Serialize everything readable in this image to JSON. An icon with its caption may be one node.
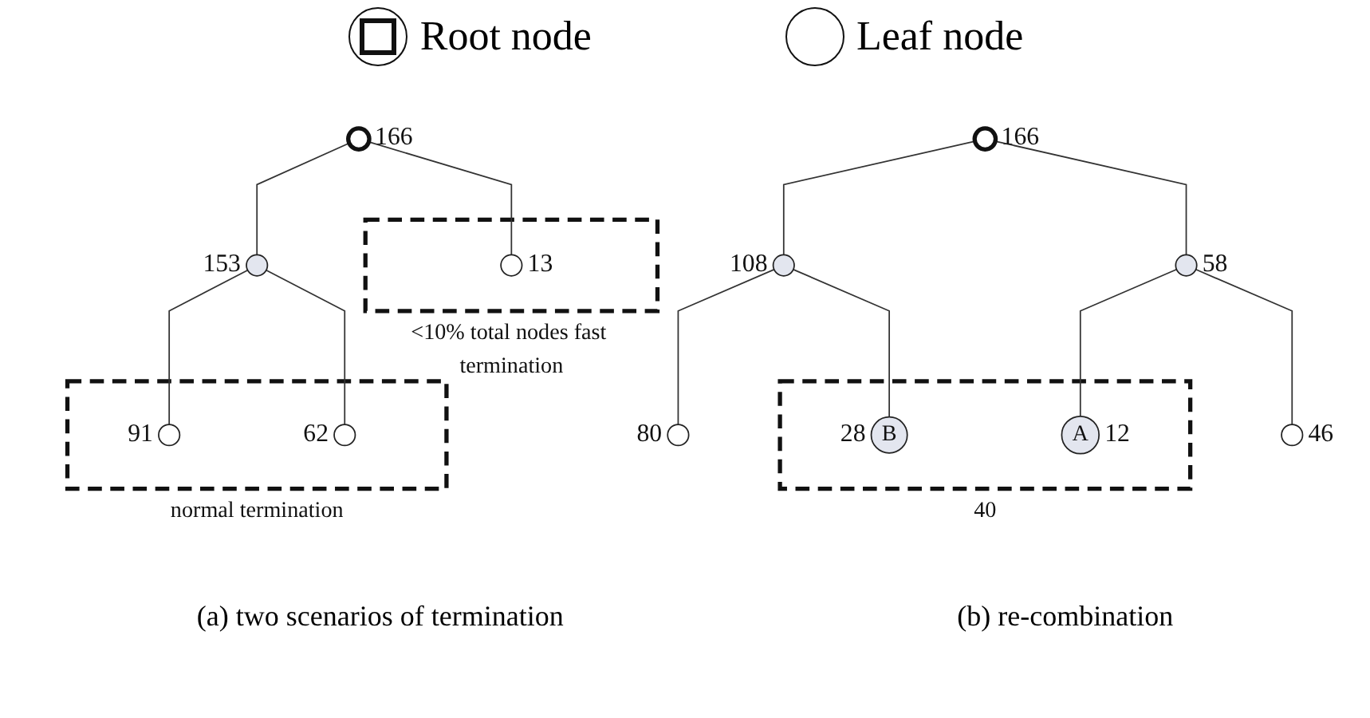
{
  "diagram": {
    "nodes": [
      {
        "text": [],
        "shape": "circle",
        "beside": [
          "166"
        ]
      },
      {
        "text": [],
        "shape": "circle",
        "beside": [
          "153"
        ]
      },
      {
        "text": [
          "<10% total nodes fast termination"
        ]
      },
      {
        "text": [],
        "shape": "circle",
        "beside": [
          "13"
        ],
        "in": 2
      },
      {
        "text": [
          "normal termination"
        ]
      },
      {
        "text": [],
        "shape": "circle",
        "beside": [
          "91"
        ],
        "in": 4
      },
      {
        "text": [],
        "shape": "circle",
        "beside": [
          "62"
        ],
        "in": 4
      },
      {
        "text": [],
        "shape": "circle",
        "beside": [
          "166"
        ]
      },
      {
        "text": [],
        "shape": "circle",
        "beside": [
          "108"
        ]
      },
      {
        "text": [],
        "shape": "circle",
        "beside": [
          "58"
        ]
      },
      {
        "text": [],
        "shape": "circle",
        "beside": [
          "80"
        ]
      },
      {
        "text": [
          "40"
        ]
      },
      {
        "text": [
          "B"
        ],
        "beside": [
          "28"
        ],
        "in": 11
      },
      {
        "text": [
          "A"
        ],
        "beside": [
          "12"
        ],
        "in": 11
      },
      {
        "text": [],
        "shape": "circle",
        "beside": [
          "46"
        ]
      }
    ],
    "edges": [
      {
        "from": 0,
        "to": 1,
        "arrow": "none"
      },
      {
        "from": 0,
        "to": 3,
        "arrow": "none"
      },
      {
        "from": 1,
        "to": 5,
        "arrow": "none"
      },
      {
        "from": 1,
        "to": 6,
        "arrow": "none"
      },
      {
        "from": 7,
        "to": 8,
        "arrow": "none"
      },
      {
        "from": 7,
        "to": 9,
        "arrow": "none"
      },
      {
        "from": 8,
        "to": 10,
        "arrow": "none"
      },
      {
        "from": 8,
        "to": 12,
        "arrow": "none"
      },
      {
        "from": 9,
        "to": 13,
        "arrow": "none"
      },
      {
        "from": 9,
        "to": 14,
        "arrow": "none"
      }
    ],
    "labels": [
      "(a) two scenarios of termination",
      "(b) re-combination"
    ],
    "legend": [
      {
        "text": "Root node"
      },
      {
        "text": "Leaf node"
      }
    ]
  }
}
